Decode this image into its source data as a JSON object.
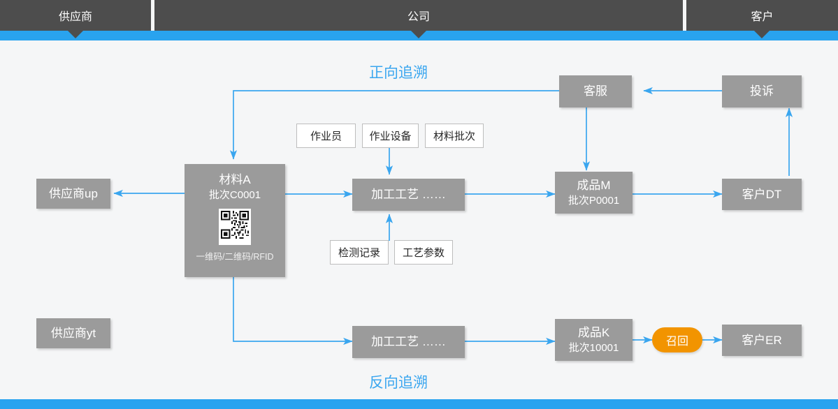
{
  "header": {
    "tabs": [
      {
        "id": "supplier",
        "label": "供应商"
      },
      {
        "id": "company",
        "label": "公司"
      },
      {
        "id": "customer",
        "label": "客户"
      }
    ],
    "accent_color": "#29a3ef",
    "tab_color": "#4d4d4d"
  },
  "titles": {
    "forward": "正向追溯",
    "reverse": "反向追溯",
    "title_color": "#3aa6ef"
  },
  "nodes": {
    "supplier_up": {
      "label": "供应商up"
    },
    "supplier_yt": {
      "label": "供应商yt"
    },
    "material": {
      "name": "材料A",
      "batch": "批次C0001",
      "code_types": "一维码/二维码/RFID",
      "code_symbol": "qr-code"
    },
    "process_top": {
      "label": "加工工艺  ……"
    },
    "process_bottom": {
      "label": "加工工艺  ……"
    },
    "product_m": {
      "name": "成品M",
      "batch": "批次P0001"
    },
    "product_k": {
      "name": "成品K",
      "batch": "批次10001"
    },
    "service": {
      "label": "客服"
    },
    "complaint": {
      "label": "投诉"
    },
    "customer_dt": {
      "label": "客户DT"
    },
    "customer_er": {
      "label": "客户ER"
    },
    "recall": {
      "label": "召回",
      "color": "#f29400"
    }
  },
  "attributes_top": [
    {
      "label": "作业员"
    },
    {
      "label": "作业设备"
    },
    {
      "label": "材料批次"
    }
  ],
  "attributes_bottom": [
    {
      "label": "检测记录"
    },
    {
      "label": "工艺参数"
    }
  ],
  "box_color": "#9b9b9b",
  "arrow_color": "#3aa6ef",
  "canvas_color": "#f5f6f7"
}
